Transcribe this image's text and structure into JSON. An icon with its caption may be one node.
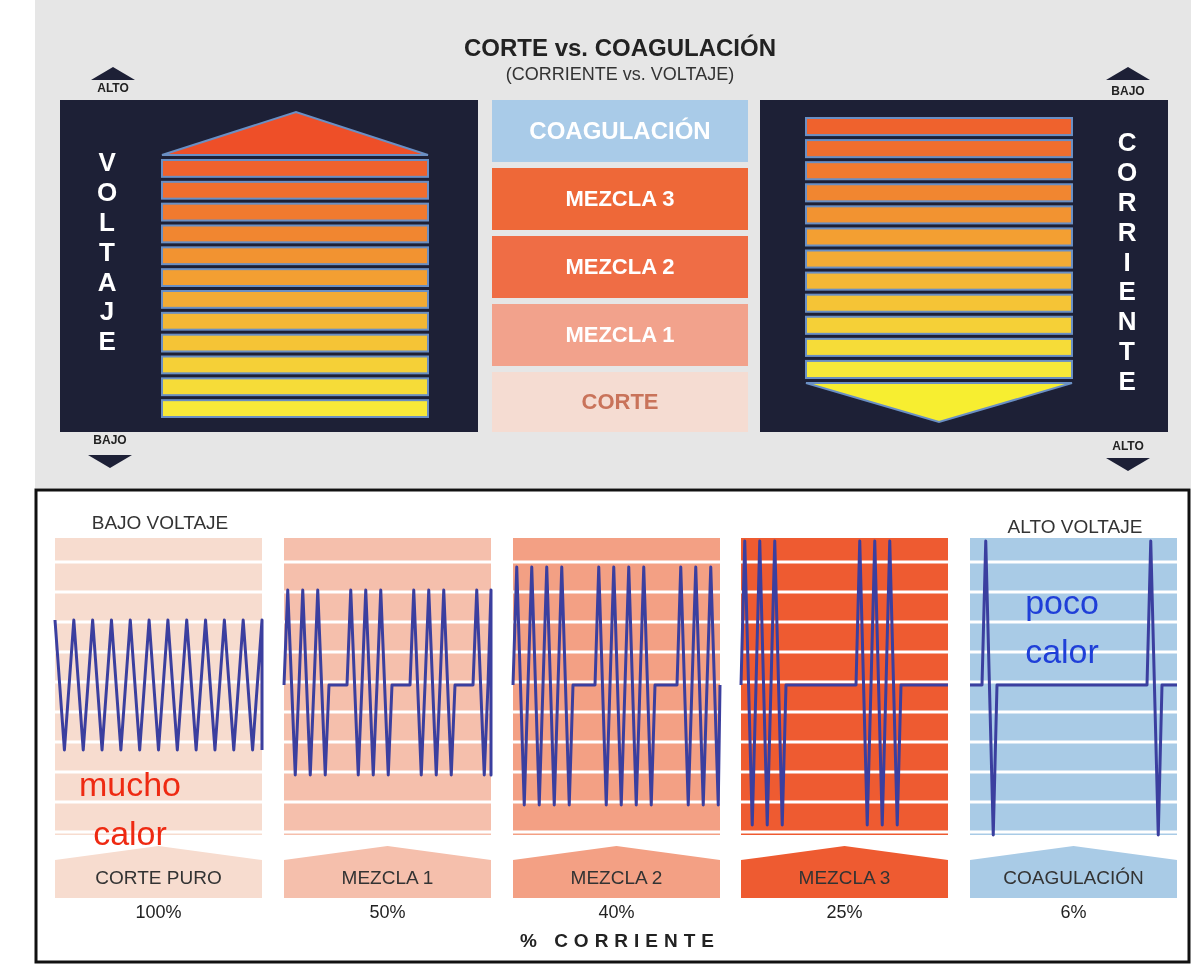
{
  "diagram": {
    "title": "CORTE vs. COAGULACIÓN",
    "nodes": [
      {
        "text": [
          "COAGULACIÓN"
        ]
      },
      {
        "text": [
          "MEZCLA 3"
        ]
      },
      {
        "text": [
          "MEZCLA 2"
        ]
      },
      {
        "text": [
          "MEZCLA 1"
        ]
      },
      {
        "text": [
          "CORTE"
        ]
      },
      {
        "text": [
          "CORTE PURO"
        ],
        "beside": [
          "100%"
        ]
      },
      {
        "text": [
          "MEZCLA 1"
        ],
        "beside": [
          "50%"
        ]
      },
      {
        "text": [
          "MEZCLA 2"
        ],
        "beside": [
          "40%"
        ]
      },
      {
        "text": [
          "MEZCLA 3"
        ],
        "beside": [
          "25%"
        ]
      },
      {
        "text": [
          "COAGULACIÓN"
        ],
        "beside": [
          "6%"
        ]
      }
    ],
    "labels": [
      "(CORRIENTE vs. VOLTAJE)",
      "ALTO",
      "BAJO",
      "VOLTAJE",
      "CORRIENTE",
      "BAJO",
      "ALTO",
      "BAJO VOLTAJE",
      "ALTO VOLTAJE",
      "poco calor",
      "mucho calor",
      "% CORRIENTE"
    ]
  }
}
